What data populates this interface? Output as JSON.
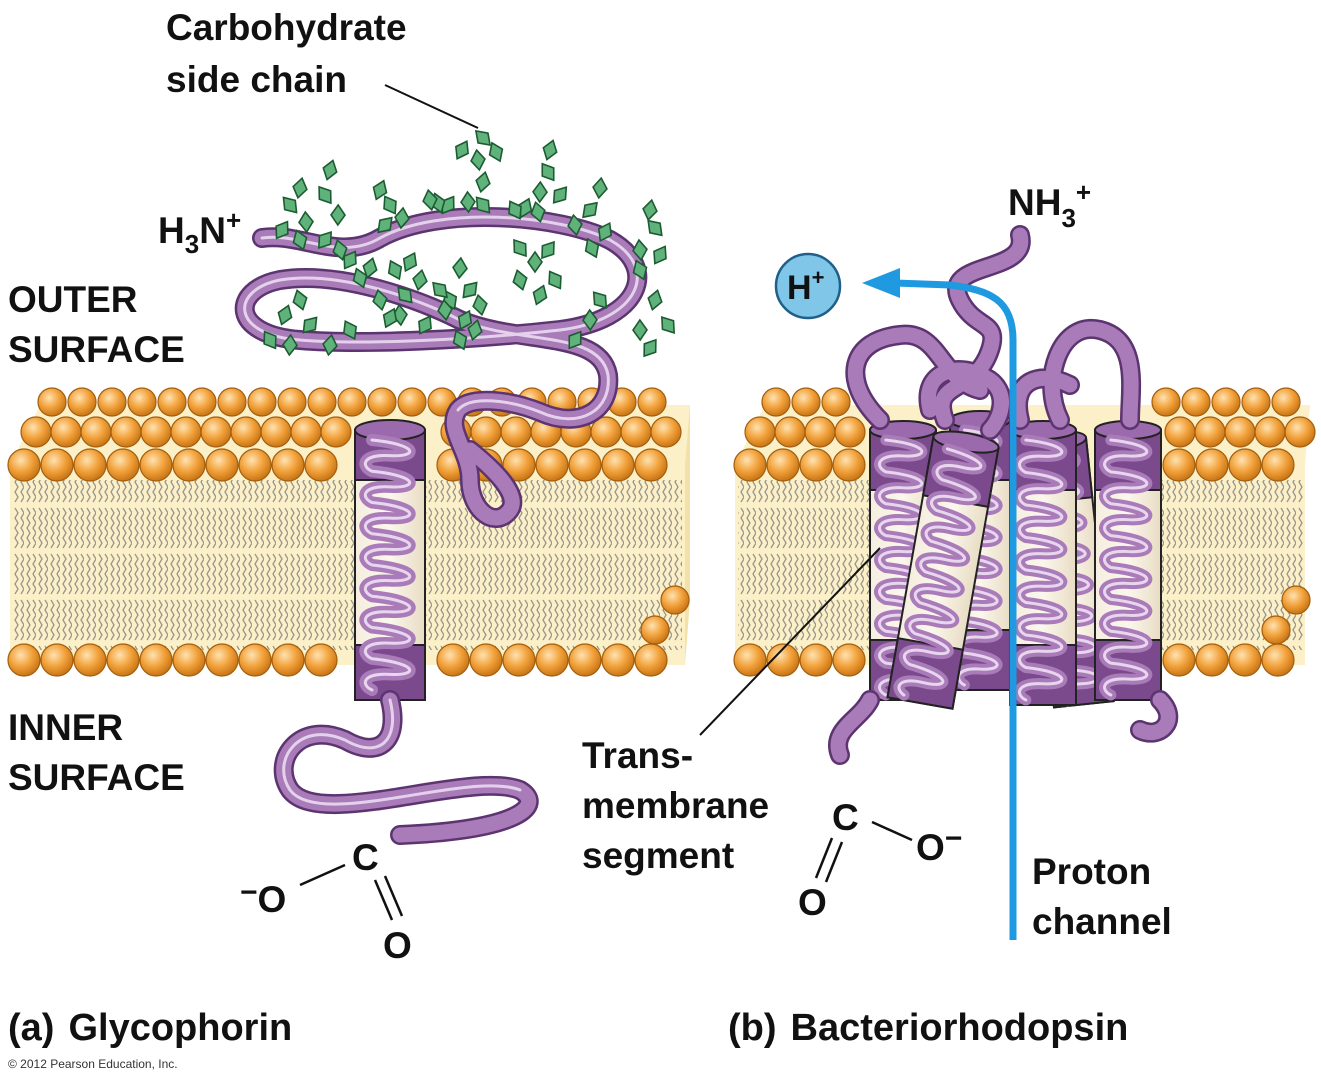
{
  "panel_a": {
    "letter": "(a)",
    "name": "Glycophorin",
    "labels": {
      "carbohydrate_line1": "Carbohydrate",
      "carbohydrate_line2": "side chain",
      "outer_line1": "OUTER",
      "outer_line2": "SURFACE",
      "inner_line1": "INNER",
      "inner_line2": "SURFACE",
      "n_term_main": "H",
      "n_term_sub": "3",
      "n_term_end": "N",
      "n_term_sup": "+",
      "c_atom": "C",
      "o_minus_sign": "−",
      "o_minus_atom": "O",
      "o_double": "O"
    }
  },
  "panel_b": {
    "letter": "(b)",
    "name": "Bacteriorhodopsin",
    "labels": {
      "nh3_main": "NH",
      "nh3_sub": "3",
      "nh3_sup": "+",
      "proton": "H",
      "proton_sup": "+",
      "trans_line1": "Trans-",
      "trans_line2": "membrane",
      "trans_line3": "segment",
      "channel_line1": "Proton",
      "channel_line2": "channel",
      "c_atom": "C",
      "o_minus_atom": "O",
      "o_minus_sign": "−",
      "o_double": "O"
    }
  },
  "copyright": "© 2012 Pearson Education, Inc.",
  "colors": {
    "head": "#f2a23c",
    "head_edge": "#b86a12",
    "membrane": "#fbf0c8",
    "protein": "#a97bb8",
    "protein_dark": "#6e3f80",
    "sugar": "#5fb37a",
    "channel": "#1f9ae0"
  }
}
